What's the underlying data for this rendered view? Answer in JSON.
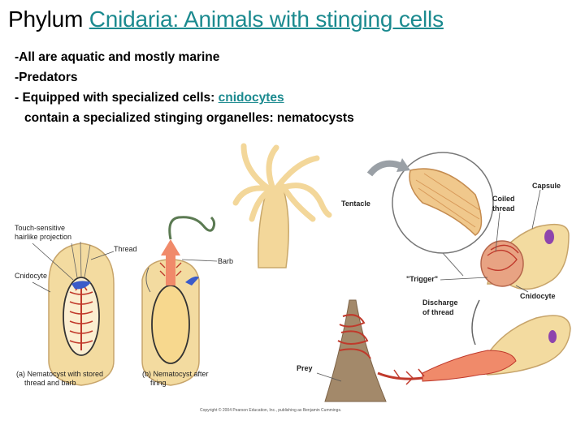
{
  "title": {
    "prefix": "Phylum ",
    "link": "Cnidaria: Animals with stinging cells"
  },
  "bullets": {
    "b1": "-All are aquatic and mostly marine",
    "b2": "-Predators",
    "b3_prefix": "- Equipped with specialized cells:  ",
    "b3_link": "cnidocytes",
    "b4": "contain a specialized stinging organelles: nematocysts"
  },
  "figure": {
    "labels": {
      "touch1": "Touch-sensitive",
      "touch2": "hairlike projection",
      "thread": "Thread",
      "barb": "Barb",
      "cnidocyte_left": "Cnidocyte",
      "tentacle": "Tentacle",
      "capsule": "Capsule",
      "coiled1": "Coiled",
      "coiled2": "thread",
      "trigger": "\"Trigger\"",
      "discharge1": "Discharge",
      "discharge2": "of thread",
      "cnidocyte_right": "Cnidocyte",
      "prey": "Prey",
      "caption_a1": "(a) Nematocyst with stored",
      "caption_a2": "thread and barb",
      "caption_b1": "(b) Nematocyst after",
      "caption_b2": "firing",
      "copyright": "Copyright © 2004 Pearson Education, Inc., publishing as Benjamin Cummings."
    }
  },
  "colors": {
    "link": "#1b8a8f",
    "body": "#f2d999",
    "capsule": "#e8a383",
    "thread": "#c0392b",
    "nucleus": "#8e44ad"
  }
}
